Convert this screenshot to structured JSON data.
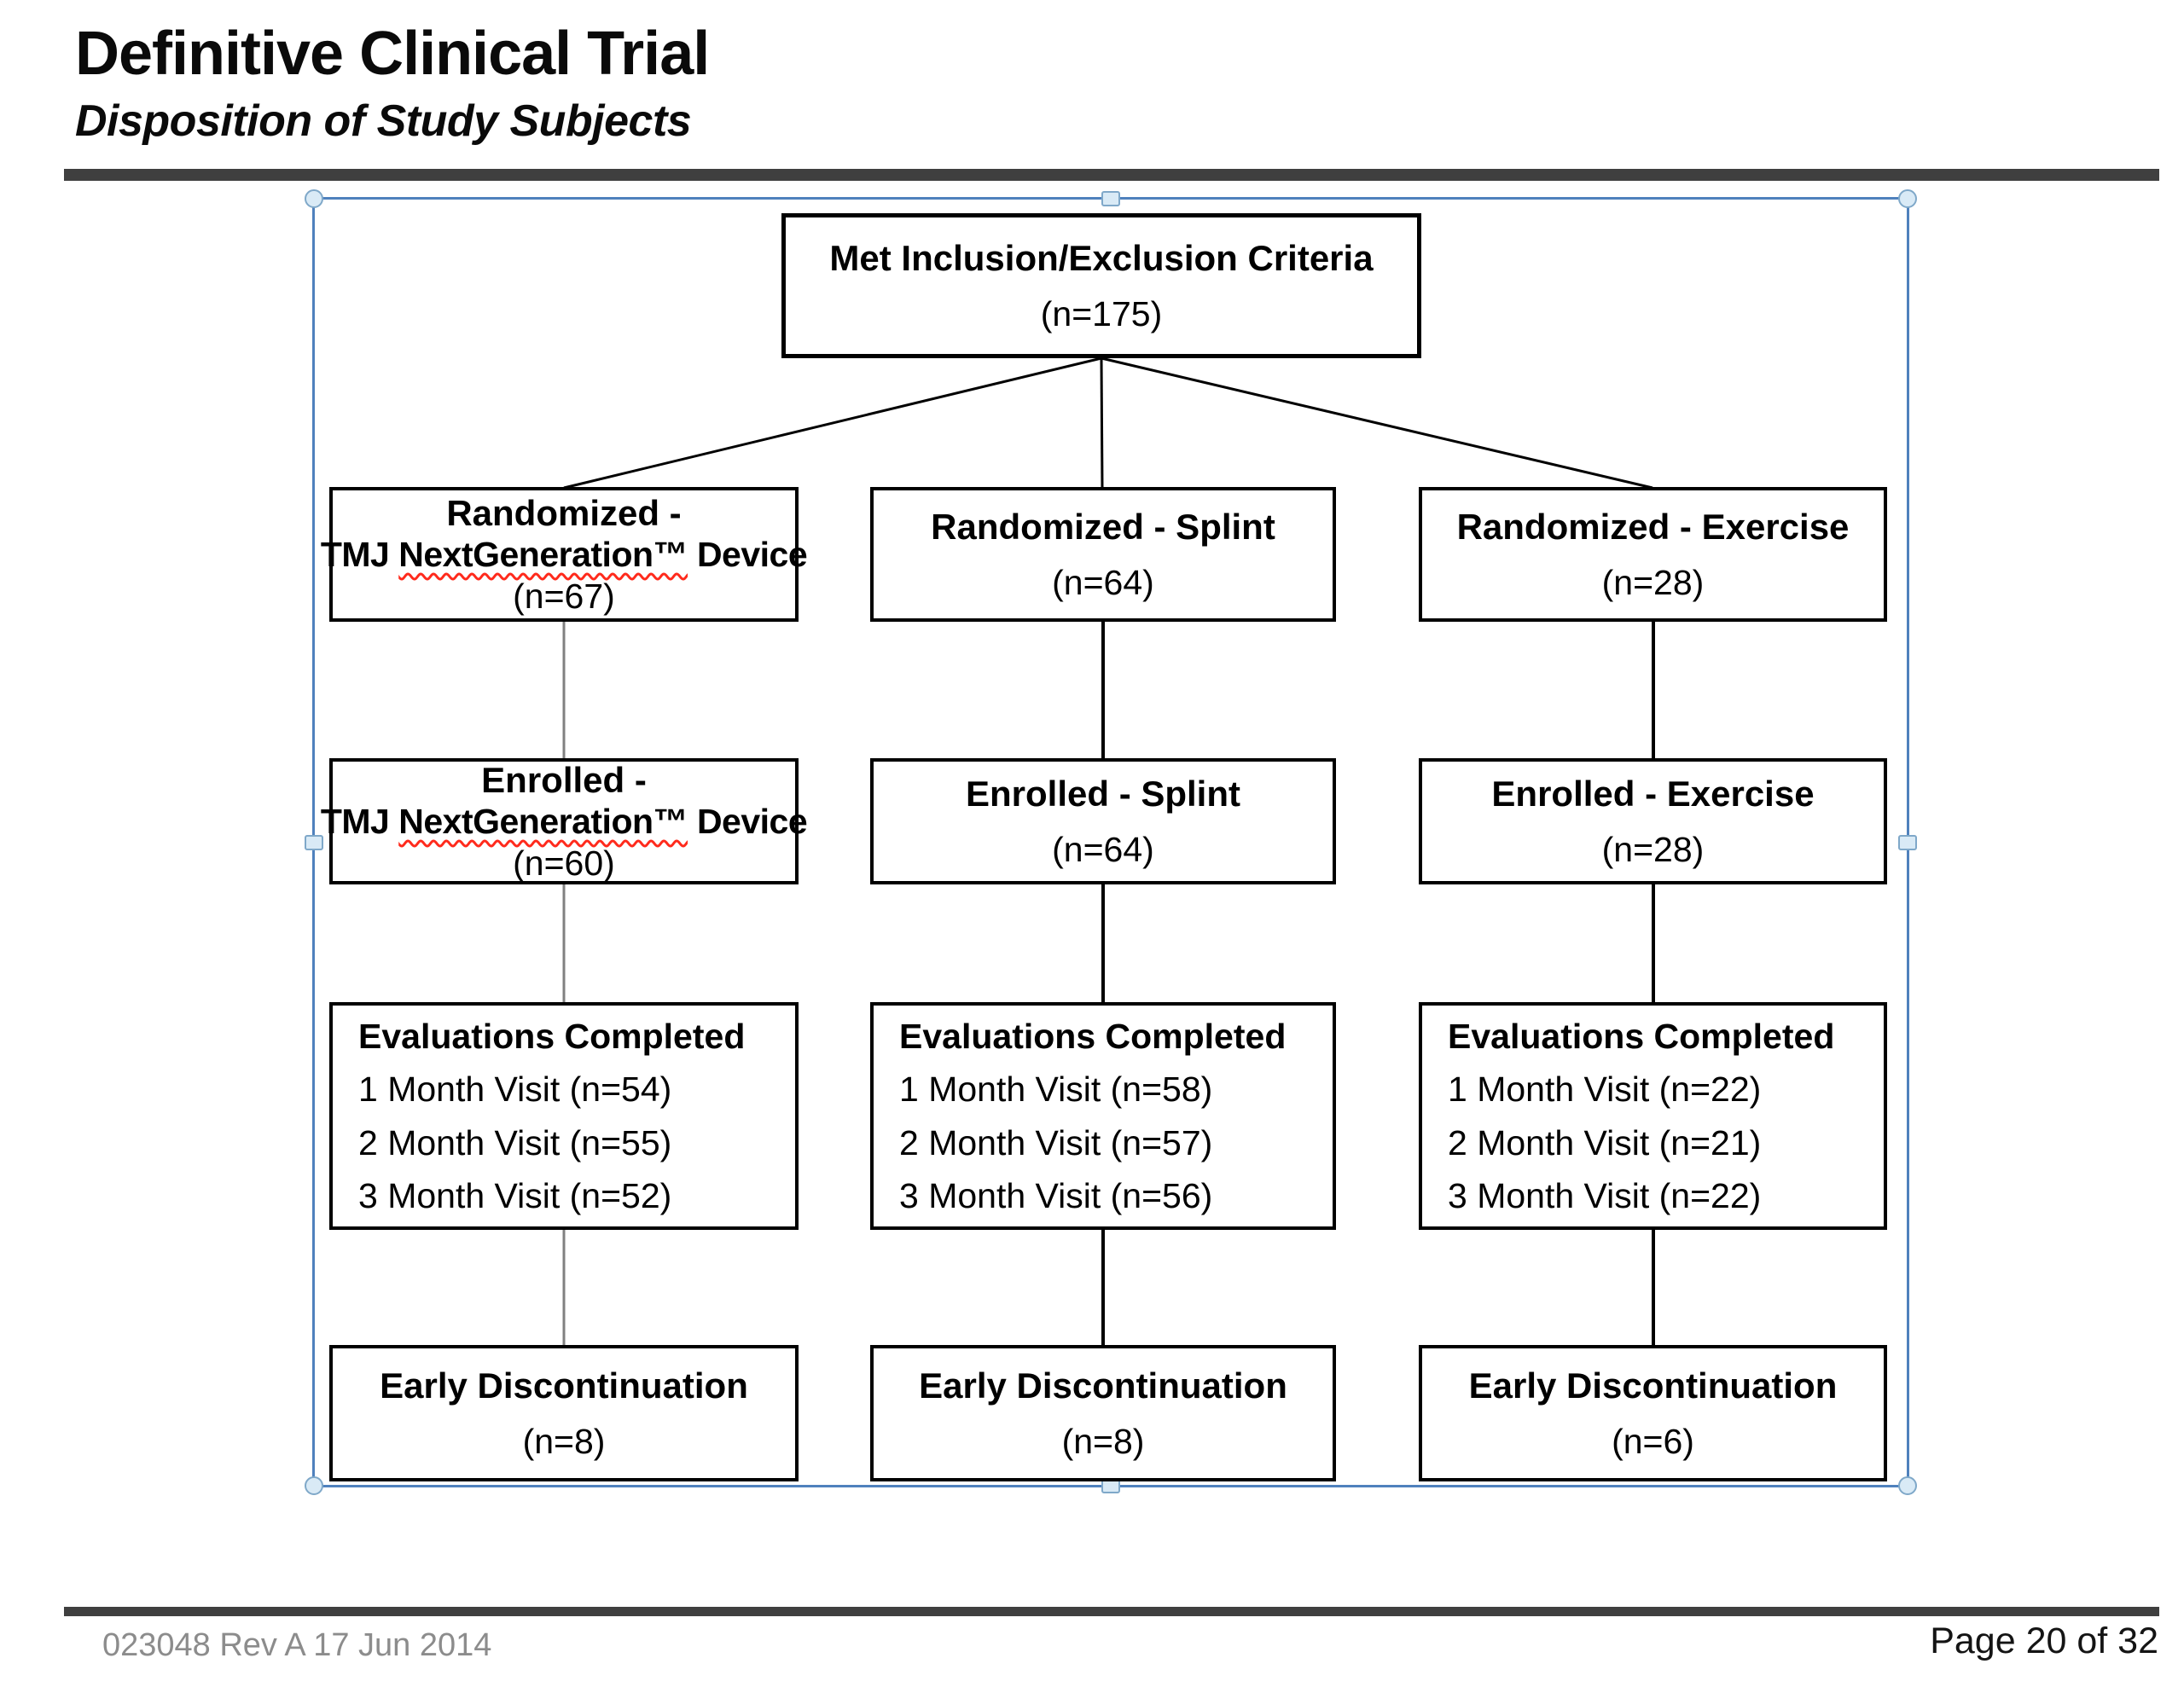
{
  "header": {
    "title": "Definitive Clinical Trial",
    "subtitle": "Disposition of Study Subjects"
  },
  "footer": {
    "doc_ref": "023048 Rev A 17 Jun 2014",
    "page_indicator": "Page 20 of 32"
  },
  "colors": {
    "selection_blue": "#4f81bd",
    "handle_fill": "#d9eaf6",
    "rule_gray": "#3f3f3f",
    "spellcheck_red": "#ff2a1c",
    "box_border": "#000000",
    "left_connector_gray": "#808080"
  },
  "flow": {
    "root": {
      "label": "Met Inclusion/Exclusion Criteria",
      "n": "(n=175)"
    },
    "columns": [
      {
        "id": "tmj-device",
        "randomized": {
          "label": "Randomized -",
          "device_prefix": "TMJ",
          "device_trademark": "NextGeneration™",
          "device_suffix": "Device",
          "n": "(n=67)"
        },
        "enrolled": {
          "label": "Enrolled -",
          "device_prefix": "TMJ",
          "device_trademark": "NextGeneration™",
          "device_suffix": "Device",
          "n": "(n=60)"
        },
        "evaluations": {
          "label": "Evaluations Completed",
          "visits": [
            "1 Month Visit (n=54)",
            "2 Month Visit (n=55)",
            "3 Month Visit (n=52)"
          ]
        },
        "early_discontinuation": {
          "label": "Early Discontinuation",
          "n": "(n=8)"
        }
      },
      {
        "id": "splint",
        "randomized": {
          "label": "Randomized - Splint",
          "n": "(n=64)"
        },
        "enrolled": {
          "label": "Enrolled - Splint",
          "n": "(n=64)"
        },
        "evaluations": {
          "label": "Evaluations Completed",
          "visits": [
            "1 Month Visit (n=58)",
            "2 Month Visit (n=57)",
            "3 Month Visit (n=56)"
          ]
        },
        "early_discontinuation": {
          "label": "Early Discontinuation",
          "n": "(n=8)"
        }
      },
      {
        "id": "exercise",
        "randomized": {
          "label": "Randomized - Exercise",
          "n": "(n=28)"
        },
        "enrolled": {
          "label": "Enrolled - Exercise",
          "n": "(n=28)"
        },
        "evaluations": {
          "label": "Evaluations Completed",
          "visits": [
            "1 Month Visit (n=22)",
            "2 Month Visit (n=21)",
            "3 Month Visit (n=22)"
          ]
        },
        "early_discontinuation": {
          "label": "Early Discontinuation",
          "n": "(n=6)"
        }
      }
    ]
  }
}
